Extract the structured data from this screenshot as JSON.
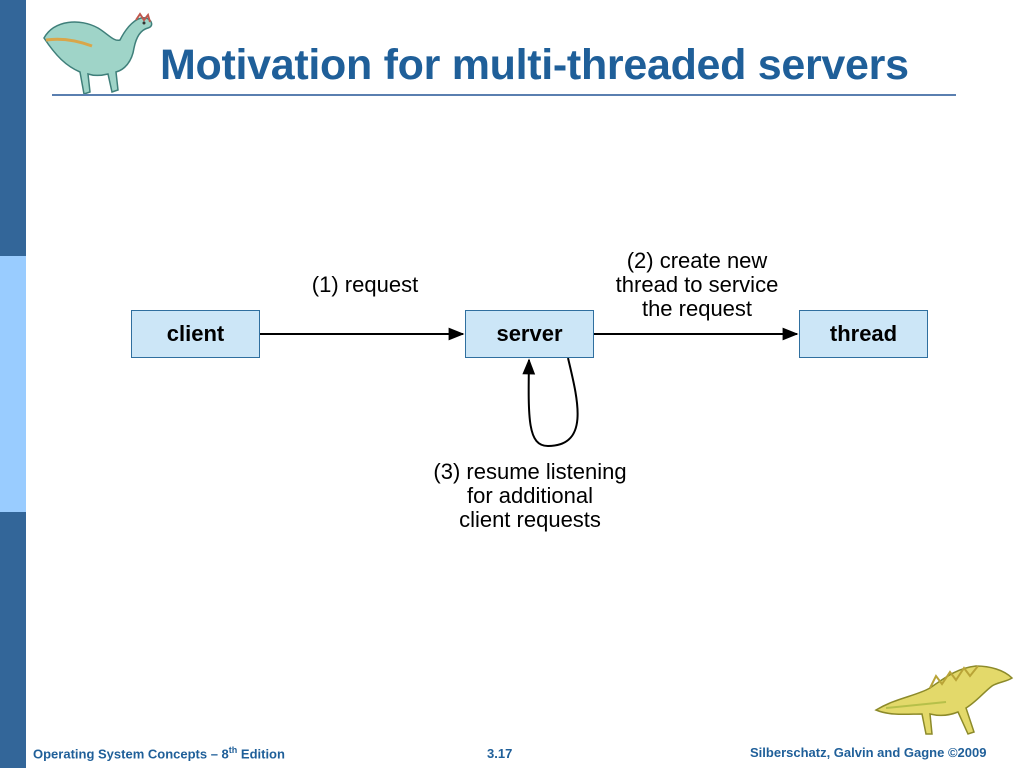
{
  "slide": {
    "title": "Motivation for multi-threaded servers"
  },
  "diagram": {
    "nodes": {
      "client": "client",
      "server": "server",
      "thread": "thread"
    },
    "labels": {
      "request": "(1) request",
      "create_lines": [
        "(2) create new",
        "thread to service",
        "the request"
      ],
      "resume_lines": [
        "(3) resume listening",
        "for additional",
        "client requests"
      ]
    }
  },
  "footer": {
    "book": "Operating System Concepts – 8",
    "book_sup": "th",
    "book_suffix": " Edition",
    "page": "3.17",
    "copyright": "Silberschatz, Galvin and Gagne ©2009"
  },
  "colors": {
    "title": "#1f5f99",
    "box_fill": "#cce6f7",
    "box_border": "#2f6f9f",
    "bar_dark": "#336699",
    "bar_light": "#99ccff"
  }
}
